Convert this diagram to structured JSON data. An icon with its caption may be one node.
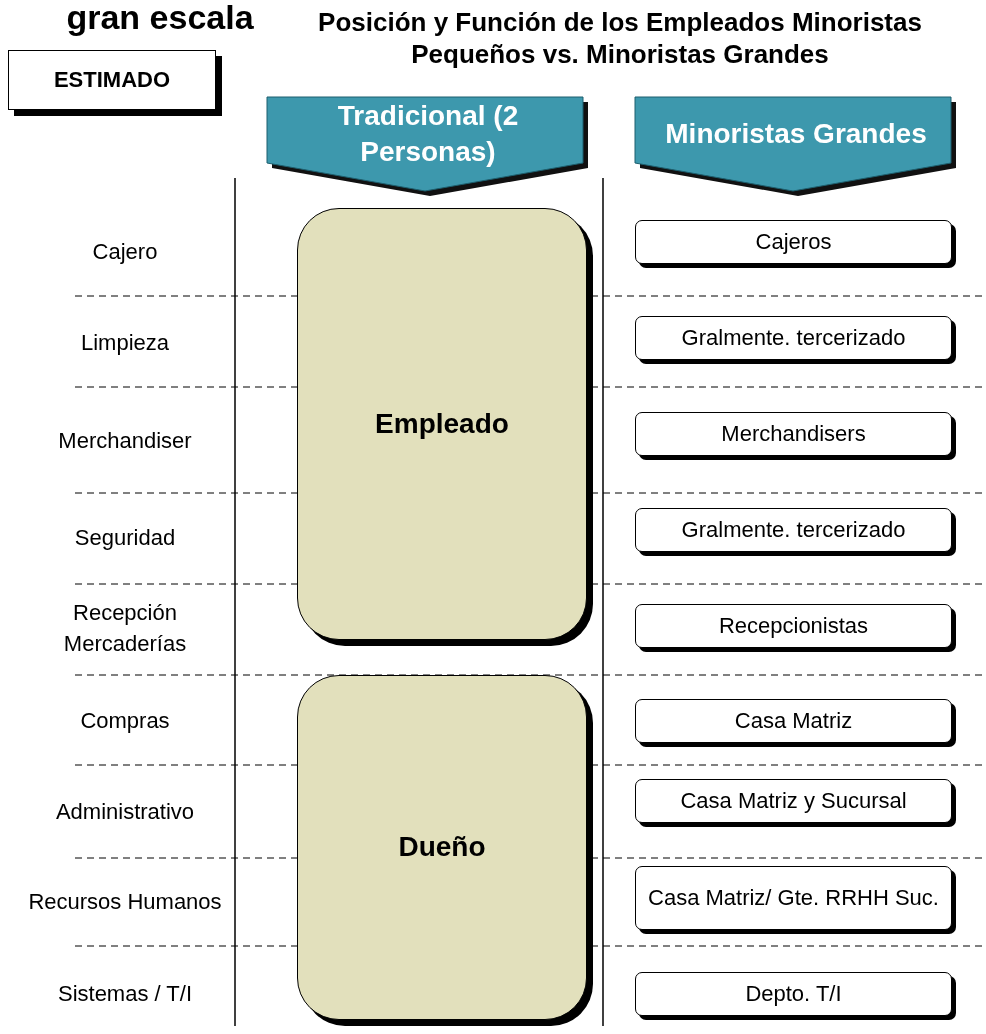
{
  "diagram": {
    "title": "Posición y Función de los Empleados Minoristas Pequeños vs. Minoristas Grandes",
    "nodes": [
      {
        "text": [
          "ESTIMADO"
        ]
      },
      {
        "text": [
          "Tradicional (2 Personas)"
        ]
      },
      {
        "text": [
          "Minoristas Grandes"
        ]
      },
      {
        "text": [
          "Empleado"
        ]
      },
      {
        "text": [
          "Dueño"
        ]
      },
      {
        "text": [
          "Cajeros"
        ]
      },
      {
        "text": [
          "Gralmente. tercerizado"
        ]
      },
      {
        "text": [
          "Merchandisers"
        ]
      },
      {
        "text": [
          "Gralmente. tercerizado"
        ]
      },
      {
        "text": [
          "Recepcionistas"
        ]
      },
      {
        "text": [
          "Casa Matriz"
        ]
      },
      {
        "text": [
          "Casa Matriz y Sucursal"
        ]
      },
      {
        "text": [
          "Casa Matriz/ Gte. RRHH Suc."
        ]
      },
      {
        "text": [
          "Depto. T/I"
        ]
      }
    ],
    "labels": [
      "gran escala",
      "Cajero",
      "Limpieza",
      "Merchandiser",
      "Seguridad",
      "Recepción Mercaderías",
      "Compras",
      "Administrativo",
      "Recursos Humanos",
      "Sistemas / T/I"
    ]
  }
}
